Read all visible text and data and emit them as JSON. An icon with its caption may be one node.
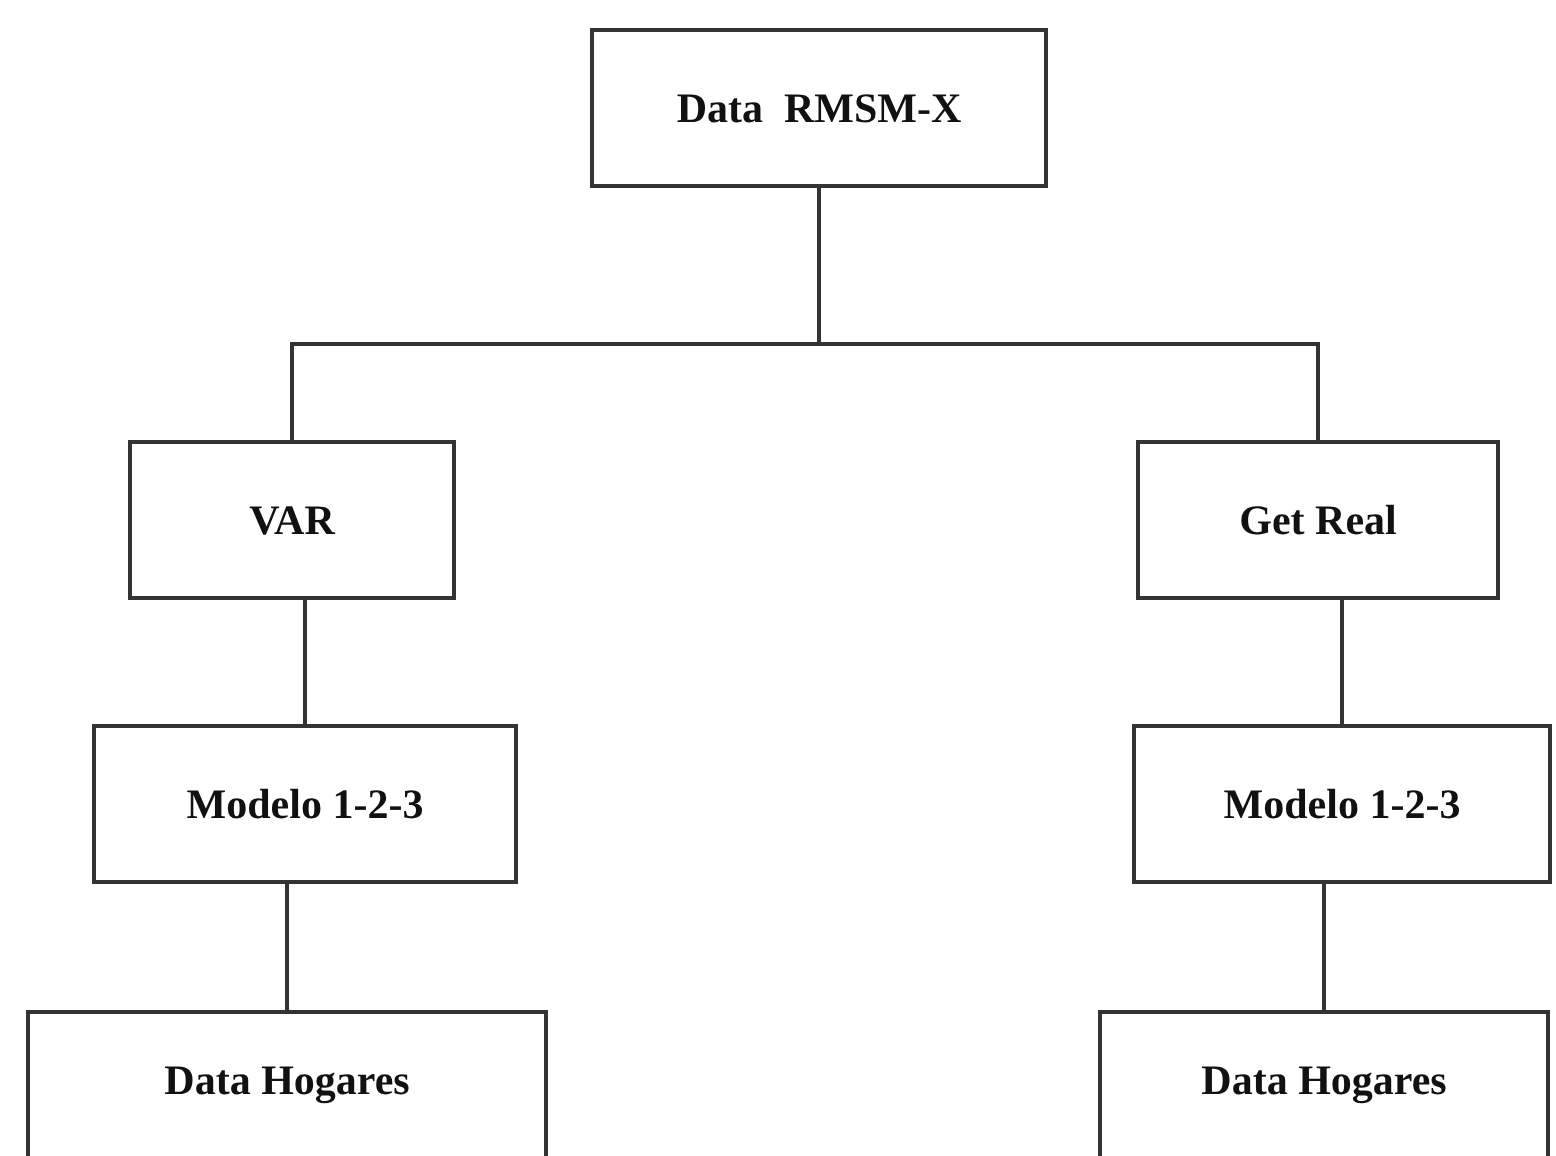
{
  "diagram": {
    "nodes": [
      {
        "text": [
          "Data  RMSM-X"
        ]
      },
      {
        "text": [
          "VAR"
        ]
      },
      {
        "text": [
          "Modelo 1-2-3"
        ]
      },
      {
        "text": [
          "Data Hogares"
        ]
      },
      {
        "text": [
          "Get Real"
        ]
      },
      {
        "text": [
          "Modelo 1-2-3"
        ]
      },
      {
        "text": [
          "Data Hogares"
        ]
      }
    ],
    "edges": [
      {
        "from": 0,
        "to": 1,
        "arrow": "none"
      },
      {
        "from": 0,
        "to": 4,
        "arrow": "none"
      },
      {
        "from": 1,
        "to": 2,
        "arrow": "none"
      },
      {
        "from": 2,
        "to": 3,
        "arrow": "none"
      },
      {
        "from": 4,
        "to": 5,
        "arrow": "none"
      },
      {
        "from": 5,
        "to": 6,
        "arrow": "none"
      }
    ]
  }
}
